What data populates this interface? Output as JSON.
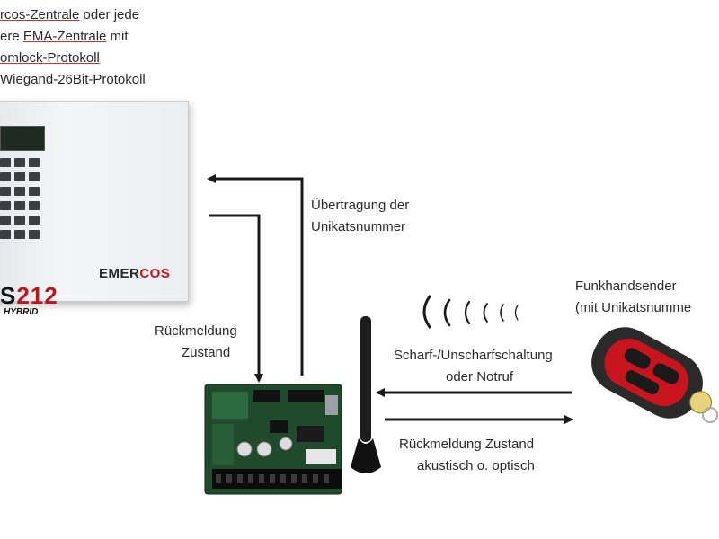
{
  "panel_notes": {
    "line1_a": "rcos-Zentrale",
    "line1_b": " oder jede",
    "line2_a": "ere ",
    "line2_b": "EMA-Zentrale",
    "line2_c": " mit",
    "line3": "omlock-Protokoll",
    "line4": "Wiegand-26Bit-Protokoll"
  },
  "alarm_panel": {
    "brand_a": "EMER",
    "brand_b": "COS",
    "model_a": "S",
    "model_b": "212",
    "model_sub": "HYBRID"
  },
  "labels": {
    "transfer_1": "Übertragung der",
    "transfer_2": "Unikatsnummer",
    "feedback_1": "Rückmeldung",
    "feedback_2": "Zustand",
    "arm_1": "Scharf-/Unscharfschaltung",
    "arm_2": "oder Notruf",
    "status_1": "Rückmeldung Zustand",
    "status_2": "akustisch o. optisch",
    "remote_1": "Funkhandsender",
    "remote_2": "(mit Unikatsnumme"
  },
  "colors": {
    "arrow": "#1a1a1a",
    "board": "#1f4a2c",
    "remote_body": "#2a2a2a",
    "remote_buttons": "#c8141c",
    "brand_red": "#c0141c"
  }
}
